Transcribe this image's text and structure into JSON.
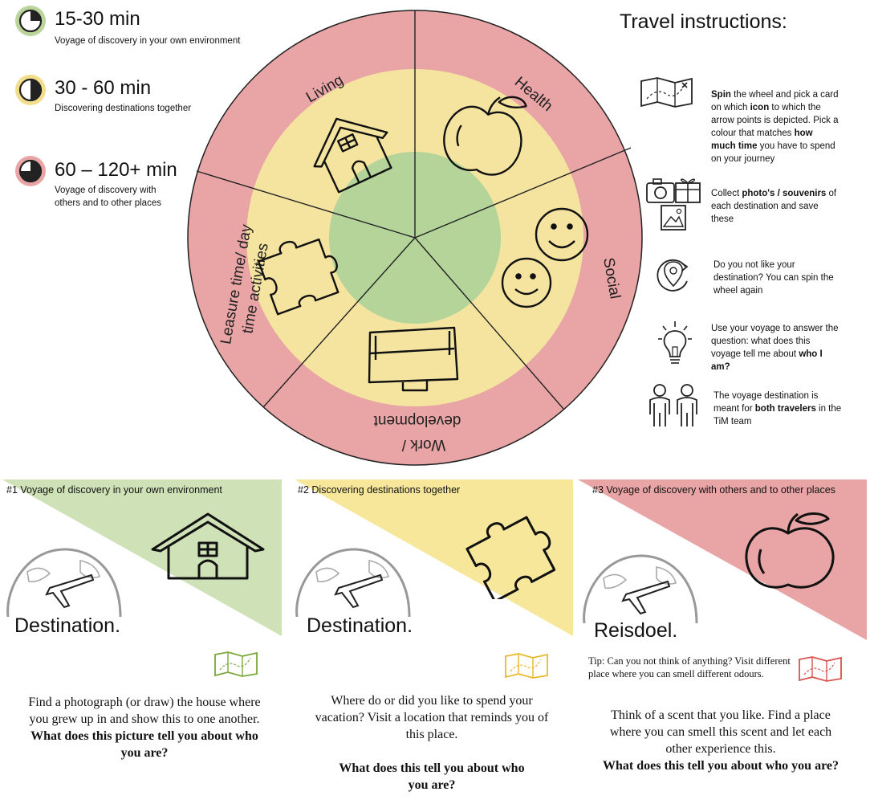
{
  "time_legend": [
    {
      "title": "15-30 min",
      "desc": "Voyage of discovery in your own environment",
      "color": "#b9d59a",
      "icon": "clock-quarter-icon"
    },
    {
      "title": "30 - 60 min",
      "desc": "Discovering destinations together",
      "color": "#f2de8a",
      "icon": "clock-half-icon"
    },
    {
      "title": "60 – 120+ min",
      "desc": "Voyage of discovery with others and to other places",
      "color": "#e9a5a6",
      "icon": "clock-threequarter-icon"
    }
  ],
  "wheel": {
    "segments": [
      "Living",
      "Health",
      "Social",
      "Work / development",
      "Leasure time/ day time activities"
    ],
    "seg_living": "Living",
    "seg_health": "Health",
    "seg_social": "Social",
    "seg_work_1": "Work /",
    "seg_work_2": "development",
    "seg_leisure_1": "Leasure time/ day",
    "seg_leisure_2": "time activities",
    "colors": {
      "outer": "#e9a5a6",
      "middle": "#f5e4a0",
      "inner": "#b4d49a"
    }
  },
  "instructions": {
    "title": "Travel instructions:",
    "i1_a": "Spin",
    "i1_b": " the wheel and pick a card on which ",
    "i1_c": "icon",
    "i1_d": " to which the arrow points is depicted. Pick a colour that matches ",
    "i1_e": "how much time",
    "i1_f": "  you have to spend on your journey",
    "i2_a": "Collect ",
    "i2_b": "photo's / souvenirs",
    "i2_c": " of each destination and save these",
    "i3": "Do you not like your destination? You can spin the wheel again",
    "i4_a": "Use your voyage to answer the question: what does this voyage tell me about ",
    "i4_b": "who I am?",
    "i5_a": "The voyage destination is meant for ",
    "i5_b": "both travelers",
    "i5_c": " in the TiM team"
  },
  "cards": [
    {
      "banner": "#1 Voyage of discovery in your own environment",
      "title": "Destination.",
      "body": "Find a photograph (or draw) the house where you grew up in and show this to one another.",
      "question": "What does this picture tell you about who you are?",
      "color": "#cfe1b6",
      "map_color": "#7aa83a",
      "icon": "house-icon"
    },
    {
      "banner": "#2 Discovering destinations together",
      "title": "Destination.",
      "body": "Where do or did you like to spend your vacation? Visit a location that reminds you of this place.",
      "question": "What does this tell you about who you are?",
      "color": "#f6e79b",
      "map_color": "#e8b92a",
      "icon": "puzzle-icon"
    },
    {
      "banner": "#3 Voyage of discovery with others and to other places",
      "title": "Reisdoel.",
      "tip": "Tip: Can you not think of anything? Visit different place where you can smell different odours.",
      "body": "Think of a scent that you like. Find a place where you can smell this scent and let each other experience this.",
      "question": "What does this tell you about who you are?",
      "color": "#e9a5a6",
      "map_color": "#d9534f",
      "icon": "apple-icon"
    }
  ]
}
